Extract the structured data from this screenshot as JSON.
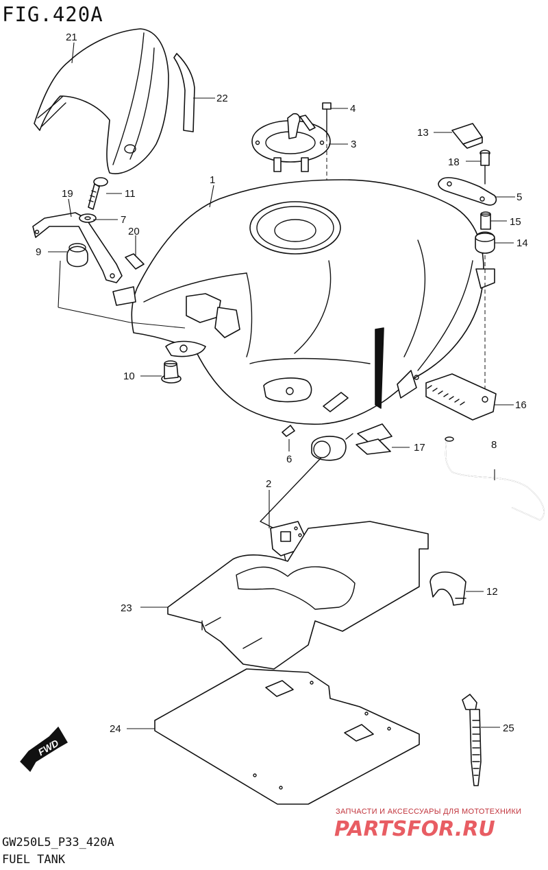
{
  "header": {
    "figure": "FIG.420A"
  },
  "footer": {
    "code": "GW250L5_P33_420A",
    "name": "FUEL TANK"
  },
  "callouts": [
    "1",
    "2",
    "3",
    "4",
    "5",
    "6",
    "7",
    "8",
    "9",
    "10",
    "11",
    "12",
    "13",
    "14",
    "15",
    "16",
    "17",
    "18",
    "19",
    "20",
    "21",
    "22",
    "23",
    "24",
    "25"
  ],
  "fwd_label": "FWD",
  "watermark": {
    "line": "ЗАПЧАСТИ И АКСЕССУАРЫ ДЛЯ МОТОТЕХНИКИ",
    "logo": "PARTSFOR.RU"
  }
}
